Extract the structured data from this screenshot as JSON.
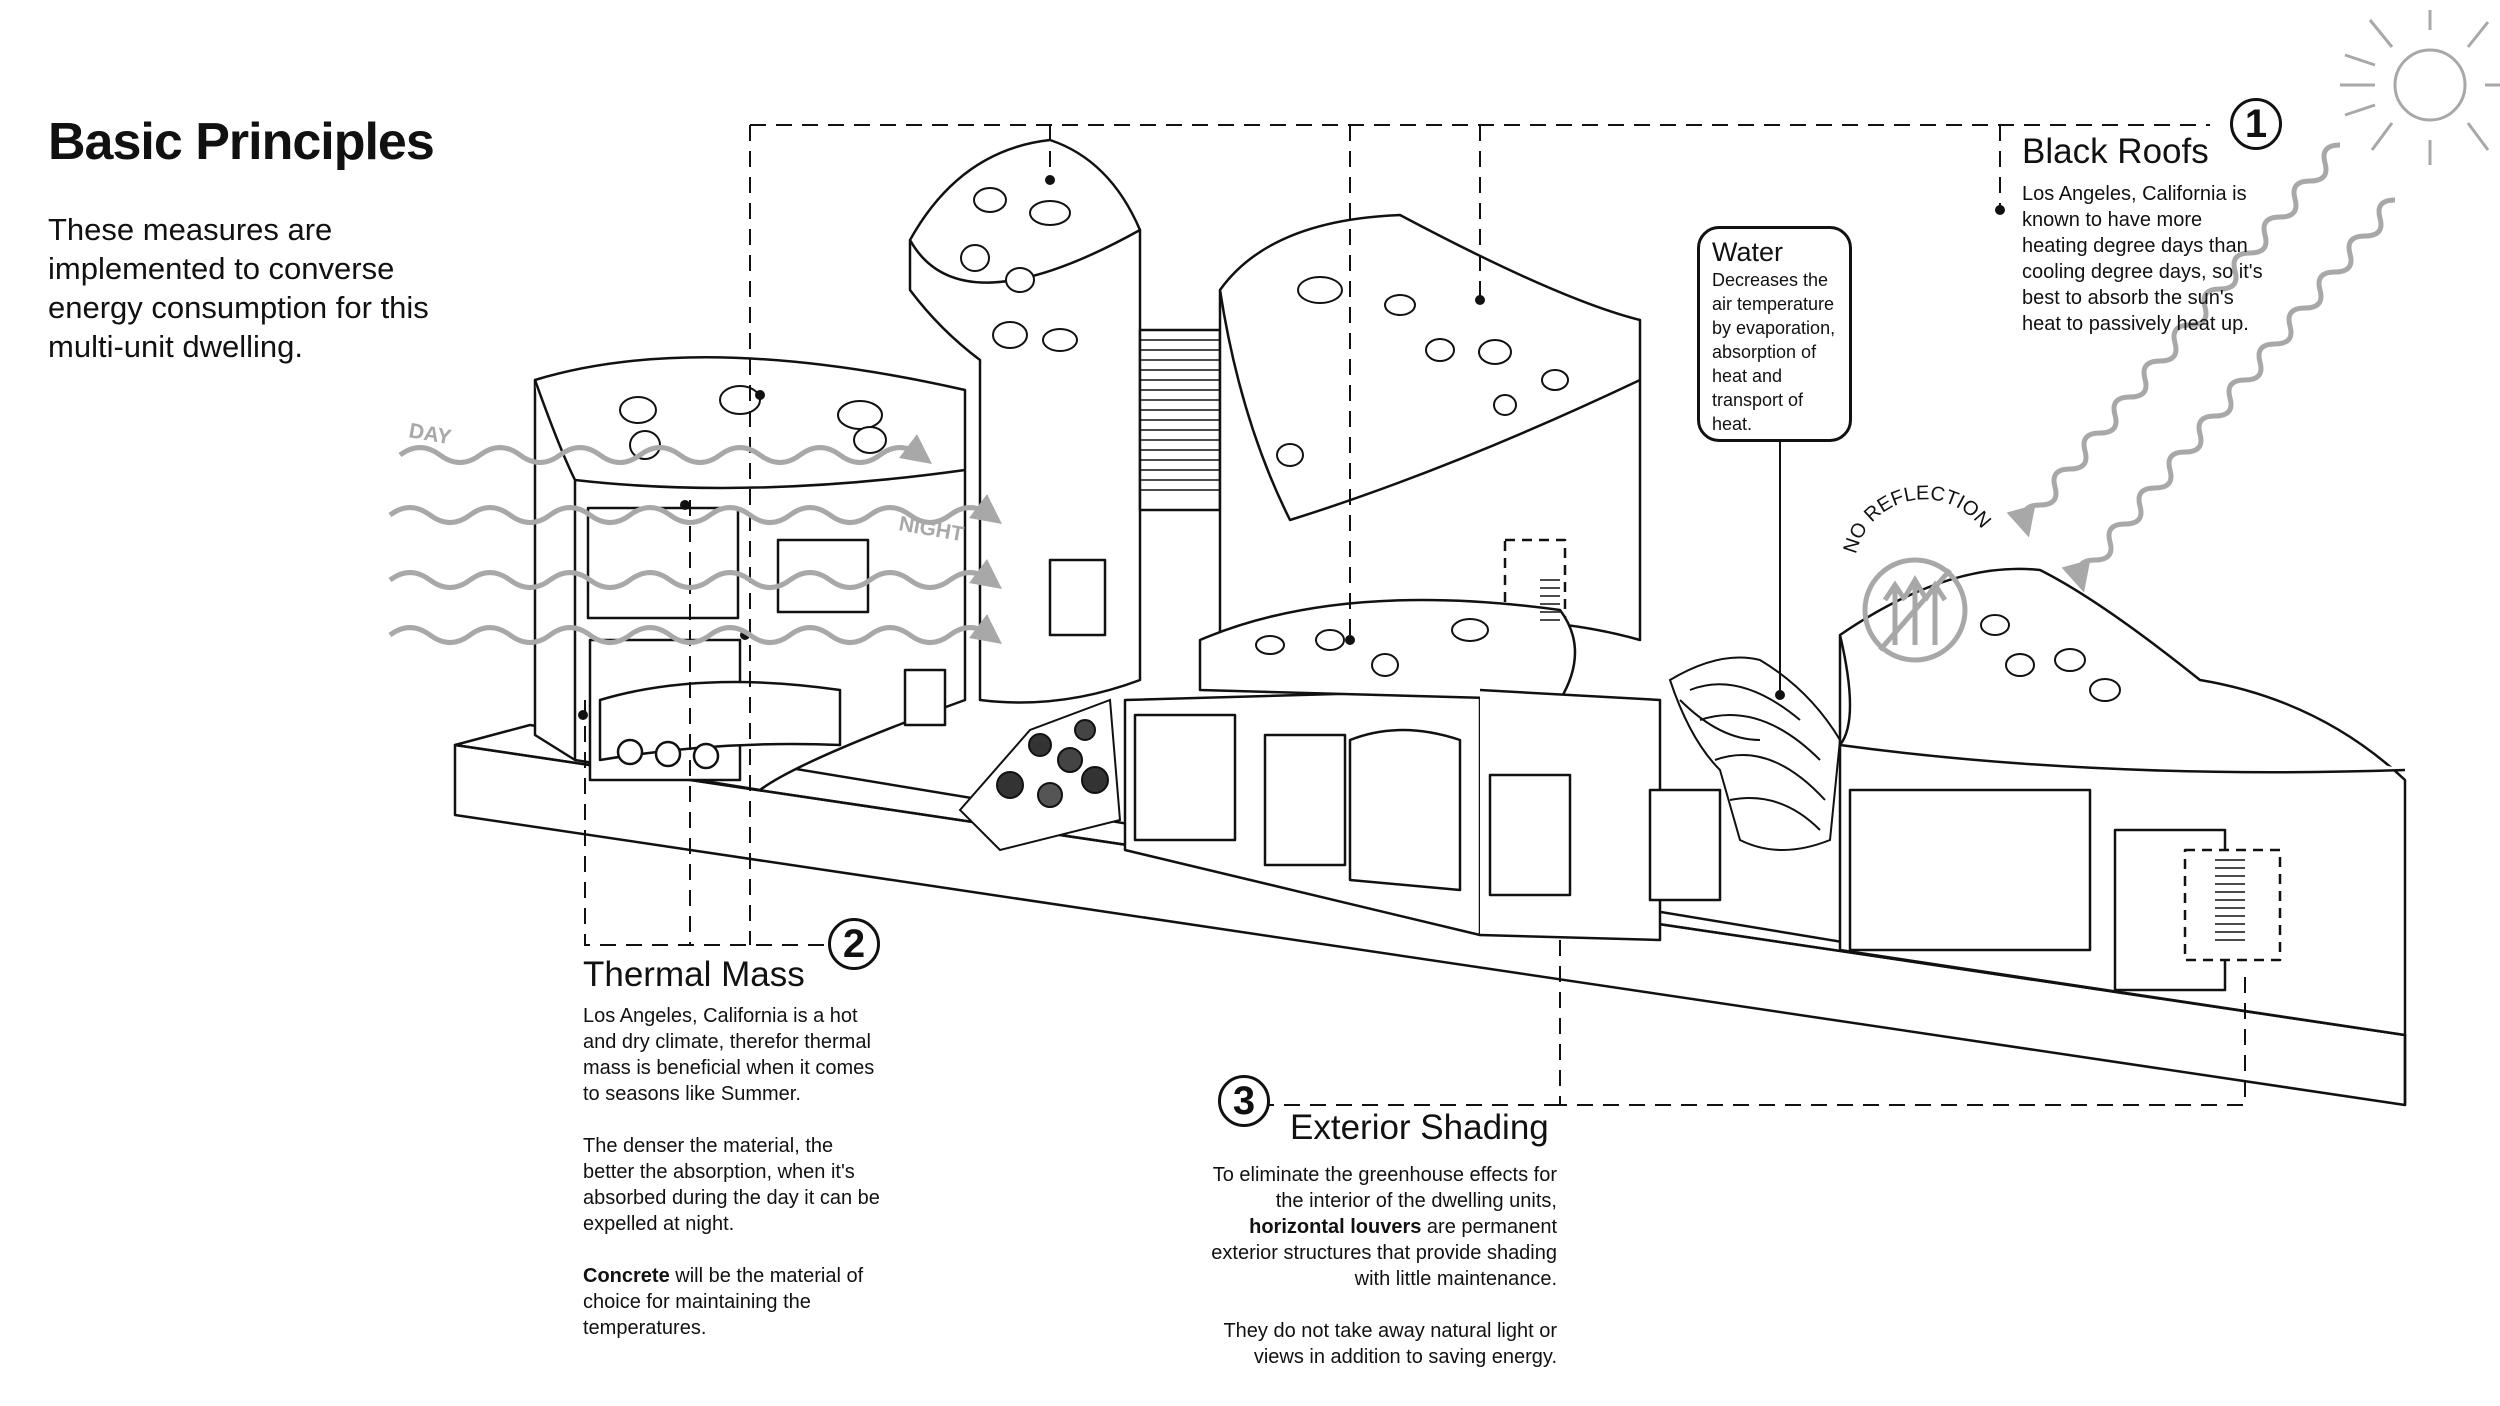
{
  "page": {
    "title": "Basic Principles",
    "intro": "These measures are implemented to converse energy consumption for this multi-unit dwelling."
  },
  "labels": {
    "day": "DAY",
    "night": "NIGHT",
    "no_reflection": "NO REFLECTION"
  },
  "sections": {
    "black_roofs": {
      "number": "1",
      "title": "Black Roofs",
      "text": "Los Angeles, California is known to have more heating degree days than cooling degree days, so it's best to absorb the sun's heat to passively heat up."
    },
    "thermal_mass": {
      "number": "2",
      "title": "Thermal Mass",
      "p1": "Los Angeles, California is a hot and dry climate, therefor thermal mass is beneficial when it comes to seasons like Summer.",
      "p2": "The denser the material, the better the absorption, when it's absorbed during the day it can be expelled at night.",
      "p3_bold": "Concrete",
      "p3_rest": " will be the material of choice for maintaining the temperatures."
    },
    "exterior_shading": {
      "number": "3",
      "title": "Exterior Shading",
      "p1_a": "To eliminate the greenhouse effects for the interior of the dwelling units,",
      "p1_bold": "horizontal louvers",
      "p1_b": " are permanent exterior structures that provide shading with little maintenance.",
      "p2": "They do not take away natural light or views in addition to saving energy."
    },
    "water": {
      "title": "Water",
      "text": "Decreases the air temperature by evaporation, absorption of heat and transport of heat."
    }
  },
  "colors": {
    "ink": "#111111",
    "arrow_gray": "#a8a8a8",
    "background": "#ffffff"
  }
}
